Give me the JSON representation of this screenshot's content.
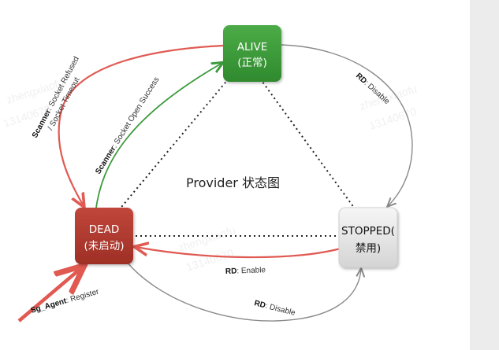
{
  "diagram": {
    "title": "Provider 状态图",
    "nodes": {
      "alive": {
        "line1": "ALIVE",
        "line2": "(正常)",
        "fill": "#3d9a3a",
        "text_color": "#ffffff"
      },
      "dead": {
        "line1": "DEAD",
        "line2": "(未启动)",
        "fill": "#b2372c",
        "text_color": "#ffffff"
      },
      "stopped": {
        "line1": "STOPPED(",
        "line2": "禁用)",
        "fill": "#e3e3e3",
        "text_color": "#111111"
      }
    },
    "edges": {
      "scanner_refused": {
        "actor": "Scanner",
        "line1": ": Socket Refused",
        "line2": "/ Socket Timeout",
        "color": "#e05a52"
      },
      "scanner_success": {
        "actor": "Scanner",
        "text": ": Socket Open Success",
        "color": "#3c9a3c"
      },
      "rd_disable_alive": {
        "actor": "RD",
        "text": ": Disable",
        "color": "#888888"
      },
      "rd_enable": {
        "actor": "RD",
        "text": ": Enable",
        "color": "#e05a52"
      },
      "rd_disable_dead": {
        "actor": "RD",
        "text": ": Disable",
        "color": "#888888"
      },
      "sg_agent_register": {
        "actor": "Sg_Agent",
        "text": ": Register",
        "color": "#e05a52"
      }
    },
    "watermarks": [
      "zhengxiaofu",
      "13140670"
    ]
  }
}
